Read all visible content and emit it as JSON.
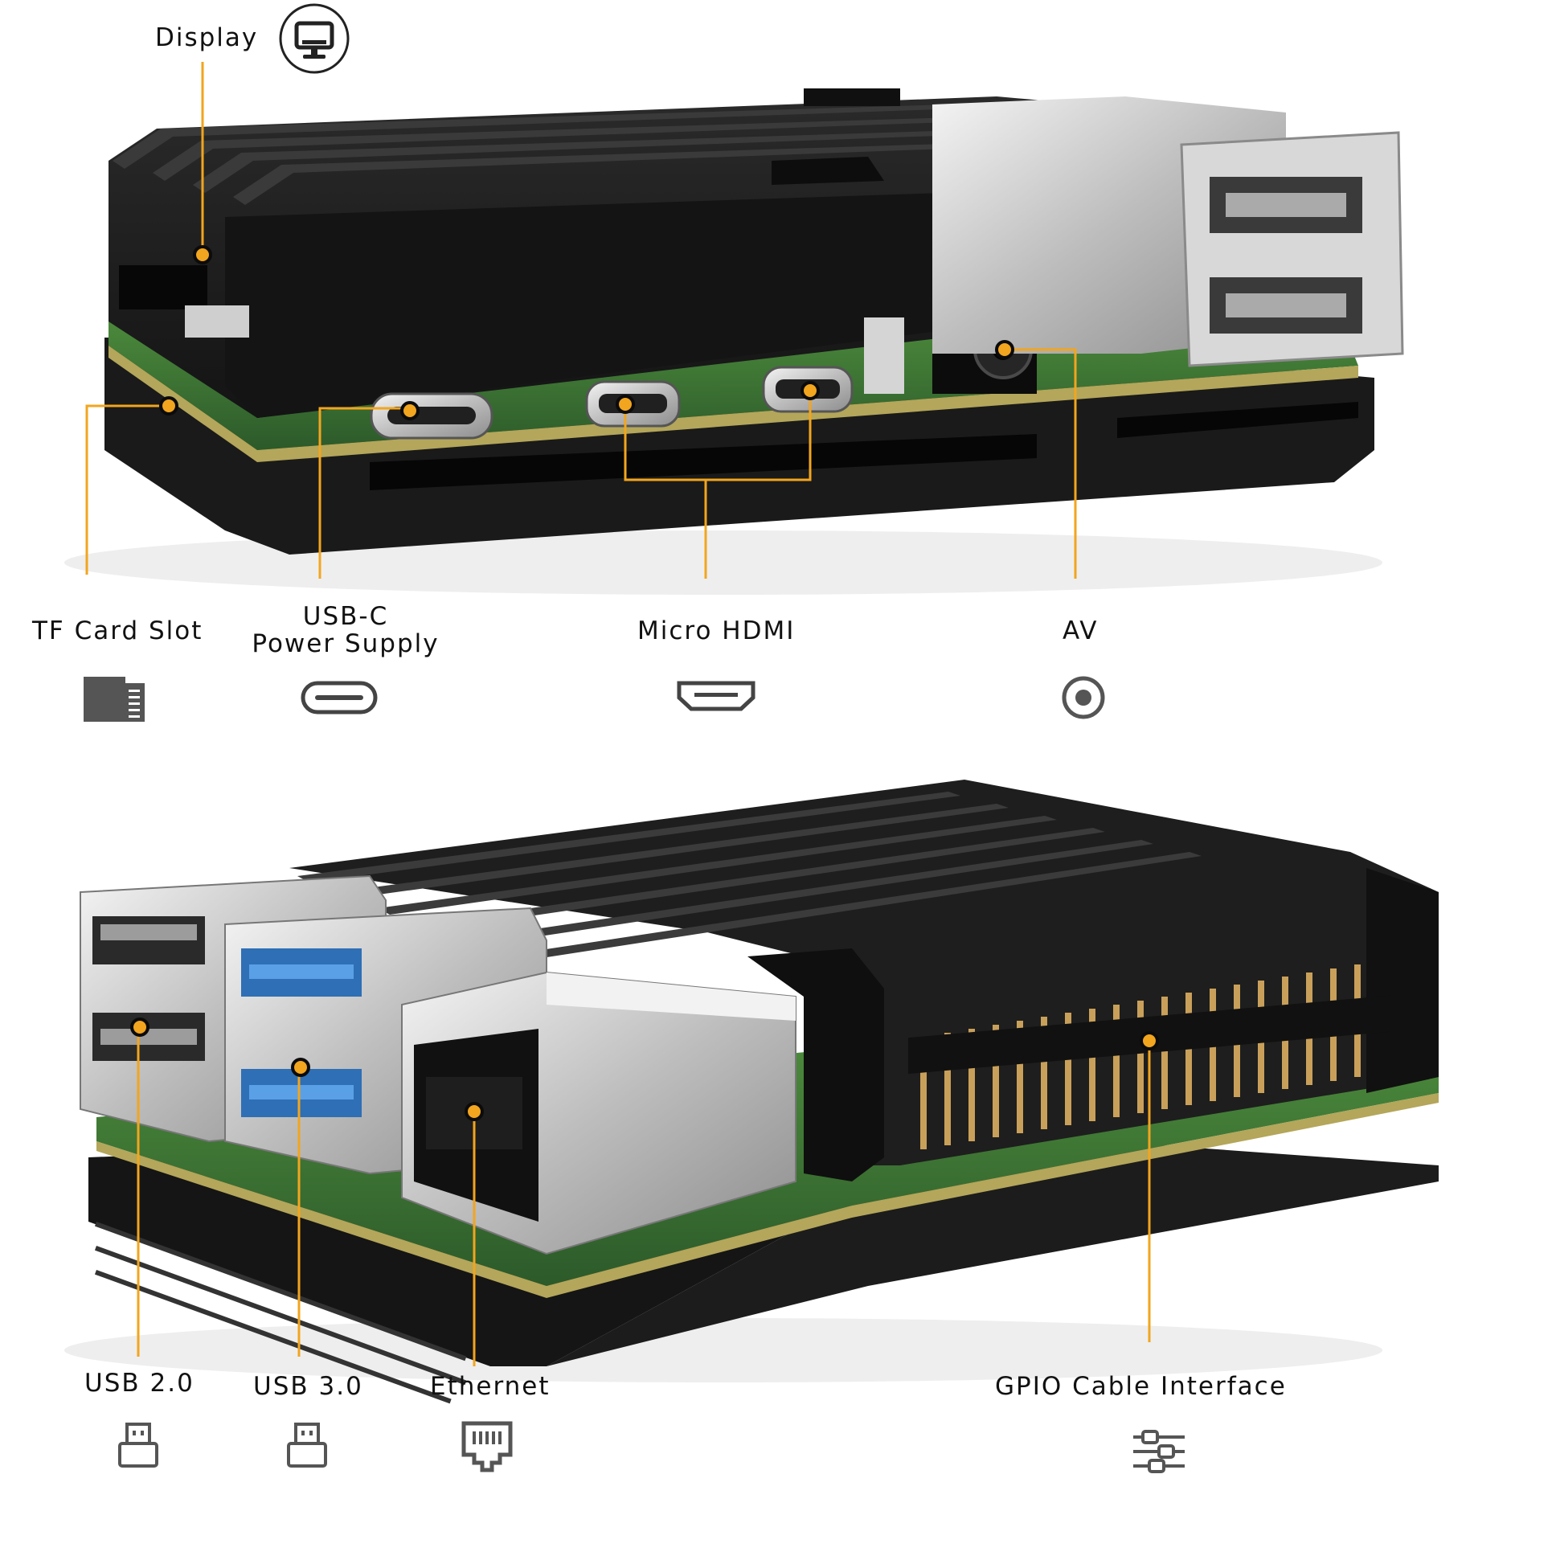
{
  "accent_color": "#f2a51e",
  "case_color": "#1b1b1b",
  "pcb_color": "#3f7d3a",
  "top_view": {
    "display": {
      "label": "Display",
      "icon": "monitor-icon"
    },
    "ports": [
      {
        "label": "TF Card Slot",
        "icon": "sd-card-icon"
      },
      {
        "label_line1": "USB-C",
        "label_line2": "Power Supply",
        "icon": "usb-c-icon"
      },
      {
        "label": "Micro HDMI",
        "icon": "hdmi-icon"
      },
      {
        "label": "AV",
        "icon": "audio-jack-icon"
      }
    ]
  },
  "bottom_view": {
    "ports": [
      {
        "label": "USB 2.0",
        "icon": "usb-icon"
      },
      {
        "label": "USB 3.0",
        "icon": "usb-icon"
      },
      {
        "label": "Ethernet",
        "icon": "ethernet-icon"
      },
      {
        "label": "GPIO Cable Interface",
        "icon": "gpio-icon"
      }
    ]
  }
}
